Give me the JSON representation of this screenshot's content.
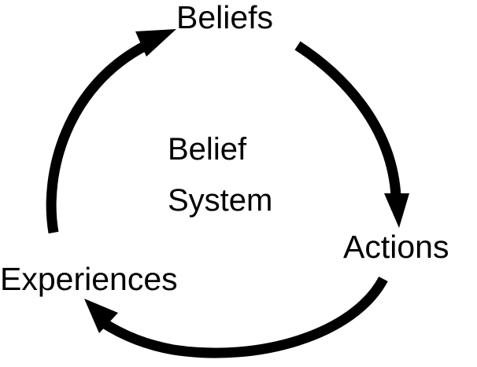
{
  "diagram": {
    "center": {
      "line1": "Belief",
      "line2": "System"
    },
    "nodes": {
      "top": "Beliefs",
      "right": "Actions",
      "left": "Experiences"
    },
    "cycle_direction": "clockwise",
    "stroke_color": "#000000",
    "background_color": "#ffffff"
  }
}
